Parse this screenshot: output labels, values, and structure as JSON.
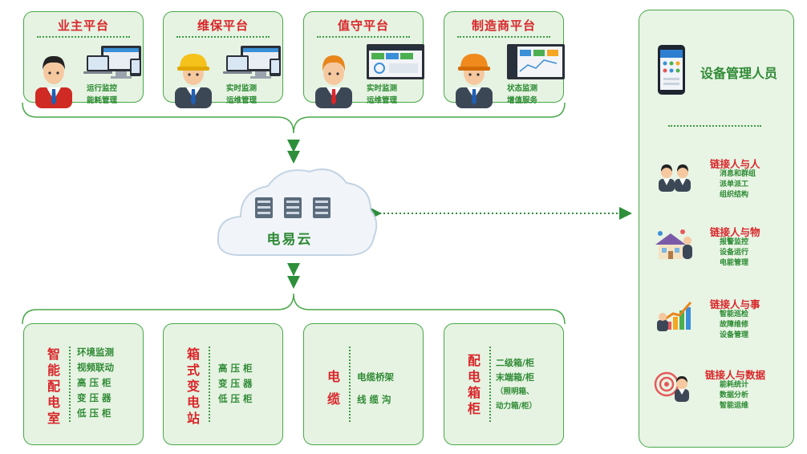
{
  "platforms": [
    {
      "title": "业主平台",
      "features": [
        "运行监控",
        "能耗管理"
      ],
      "helmet": "none"
    },
    {
      "title": "维保平台",
      "features": [
        "实时监测",
        "运维管理"
      ],
      "helmet": "yellow"
    },
    {
      "title": "值守平台",
      "features": [
        "实时监测",
        "运维管理"
      ],
      "helmet": "orange-hair"
    },
    {
      "title": "制造商平台",
      "features": [
        "状态监测",
        "增值服务"
      ],
      "helmet": "orange"
    }
  ],
  "cloud": {
    "label": "电易云"
  },
  "sites": [
    {
      "title": "智能配电室",
      "items": [
        "环境监测",
        "视频联动",
        "高 压 柜",
        "变 压 器",
        "低 压 柜"
      ]
    },
    {
      "title": "箱式变电站",
      "items": [
        "高 压 柜",
        "变 压 器",
        "低 压 柜"
      ]
    },
    {
      "title": "电缆",
      "items": [
        "电缆桥架",
        "线 缆 沟"
      ]
    },
    {
      "title": "配电箱柜",
      "items": [
        "二级箱/柜",
        "末端箱/柜",
        "（照明箱、",
        "动力箱/柜）"
      ]
    }
  ],
  "manager": {
    "title": "设备管理人员",
    "links": [
      {
        "title": "链接人与人",
        "items": [
          "消息和群组",
          "派单派工",
          "组织结构"
        ],
        "icon": "people-icon"
      },
      {
        "title": "链接人与物",
        "items": [
          "报警监控",
          "设备运行",
          "电能管理"
        ],
        "icon": "building-icon"
      },
      {
        "title": "链接人与事",
        "items": [
          "智能巡检",
          "故障维修",
          "设备管理"
        ],
        "icon": "growth-chart-icon"
      },
      {
        "title": "链接人与数据",
        "items": [
          "能耗统计",
          "数据分析",
          "智能运维"
        ],
        "icon": "target-icon"
      }
    ]
  },
  "colors": {
    "accent_red": "#d9262a",
    "green_text": "#2f8a35",
    "card_bg": "#e6f3e2",
    "border_green": "#49a84a"
  }
}
